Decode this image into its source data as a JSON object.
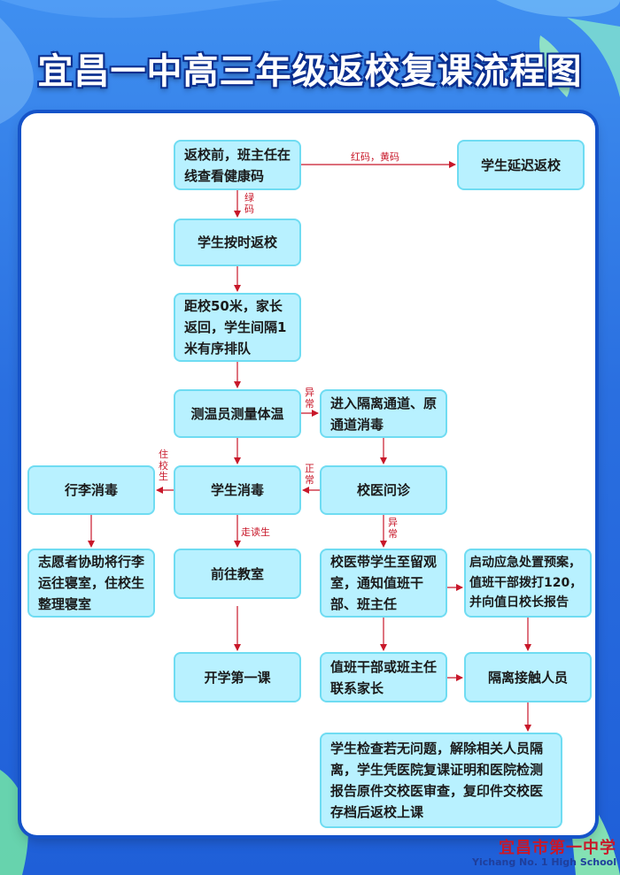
{
  "title": "宜昌一中高三年级返校复课流程图",
  "colors": {
    "node_fill": "#b8f1ff",
    "node_border": "#6fdcf2",
    "arrow": "#c8182a",
    "title": "#ffffff",
    "background": "#2f7fe8"
  },
  "nodes": {
    "n1": "返校前，班主任在线查看健康码",
    "n_delay": "学生延迟返校",
    "n2": "学生按时返校",
    "n3": "距校50米，家长返回，学生间隔1米有序排队",
    "n4": "测温员测量体温",
    "n_iso_channel": "进入隔离通道、原通道消毒",
    "n_luggage": "行李消毒",
    "n5": "学生消毒",
    "n_doctor": "校医问诊",
    "n_volunteer": "志愿者协助将行李运往寝室，住校生整理寝室",
    "n6": "前往教室",
    "n_observe": "校医带学生至留观室，通知值班干部、班主任",
    "n_emergency": "启动应急处置预案，值班干部拨打120，并向值日校长报告",
    "n7": "开学第一课",
    "n_contact_parent": "值班干部或班主任联系家长",
    "n_isolate_contacts": "隔离接触人员",
    "n_return": "学生检查若无问题，解除相关人员隔离，学生凭医院复课证明和医院检测报告原件交校医审查，复印件交校医存档后返校上课"
  },
  "edge_labels": {
    "red_yellow": "红码，黄码",
    "green": "绿码",
    "abnormal_temp": "异常",
    "normal": "正常",
    "boarding": "住校生",
    "day_student": "走读生",
    "abnormal_diag": "异常"
  },
  "footer": {
    "school_cn": "宜昌市第一中学",
    "school_en": "Yichang No. 1 High School"
  }
}
